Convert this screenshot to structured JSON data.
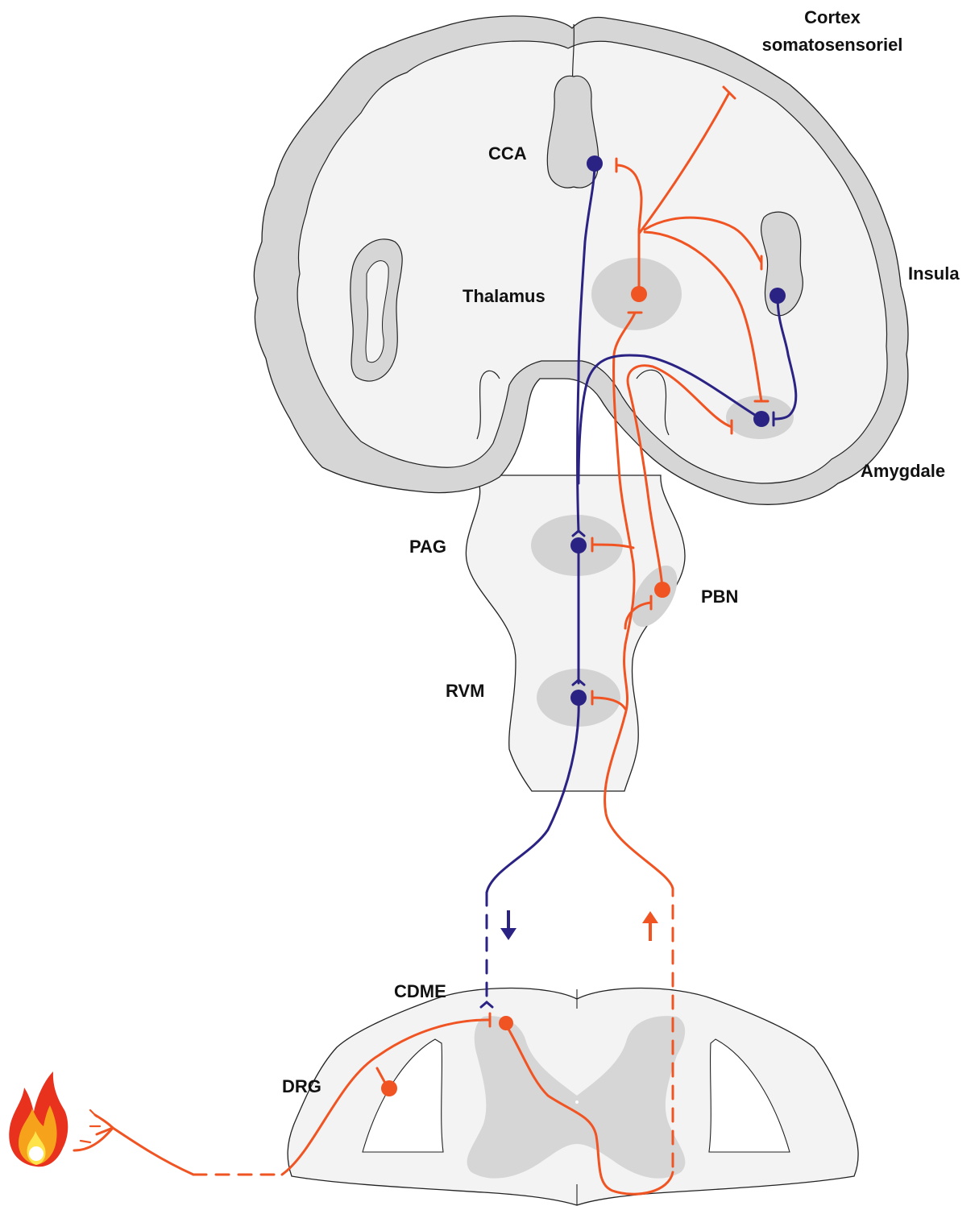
{
  "labels": {
    "cortex_line1": "Cortex",
    "cortex_line2": "somatosensoriel",
    "cca": "CCA",
    "insula": "Insula",
    "thalamus": "Thalamus",
    "amygdale": "Amygdale",
    "pag": "PAG",
    "pbn": "PBN",
    "rvm": "RVM",
    "cdme": "CDME",
    "drg": "DRG"
  },
  "colors": {
    "ascending": "#f05423",
    "descending": "#2b2383",
    "cortex_fill": "#d6d6d6",
    "tissue_fill": "#f3f3f3",
    "nucleus_fill": "#d3d3d3",
    "outline": "#222222"
  },
  "icons": {
    "stimulus": "fire-icon",
    "down_arrow": "down-arrow-icon",
    "up_arrow": "up-arrow-icon"
  }
}
